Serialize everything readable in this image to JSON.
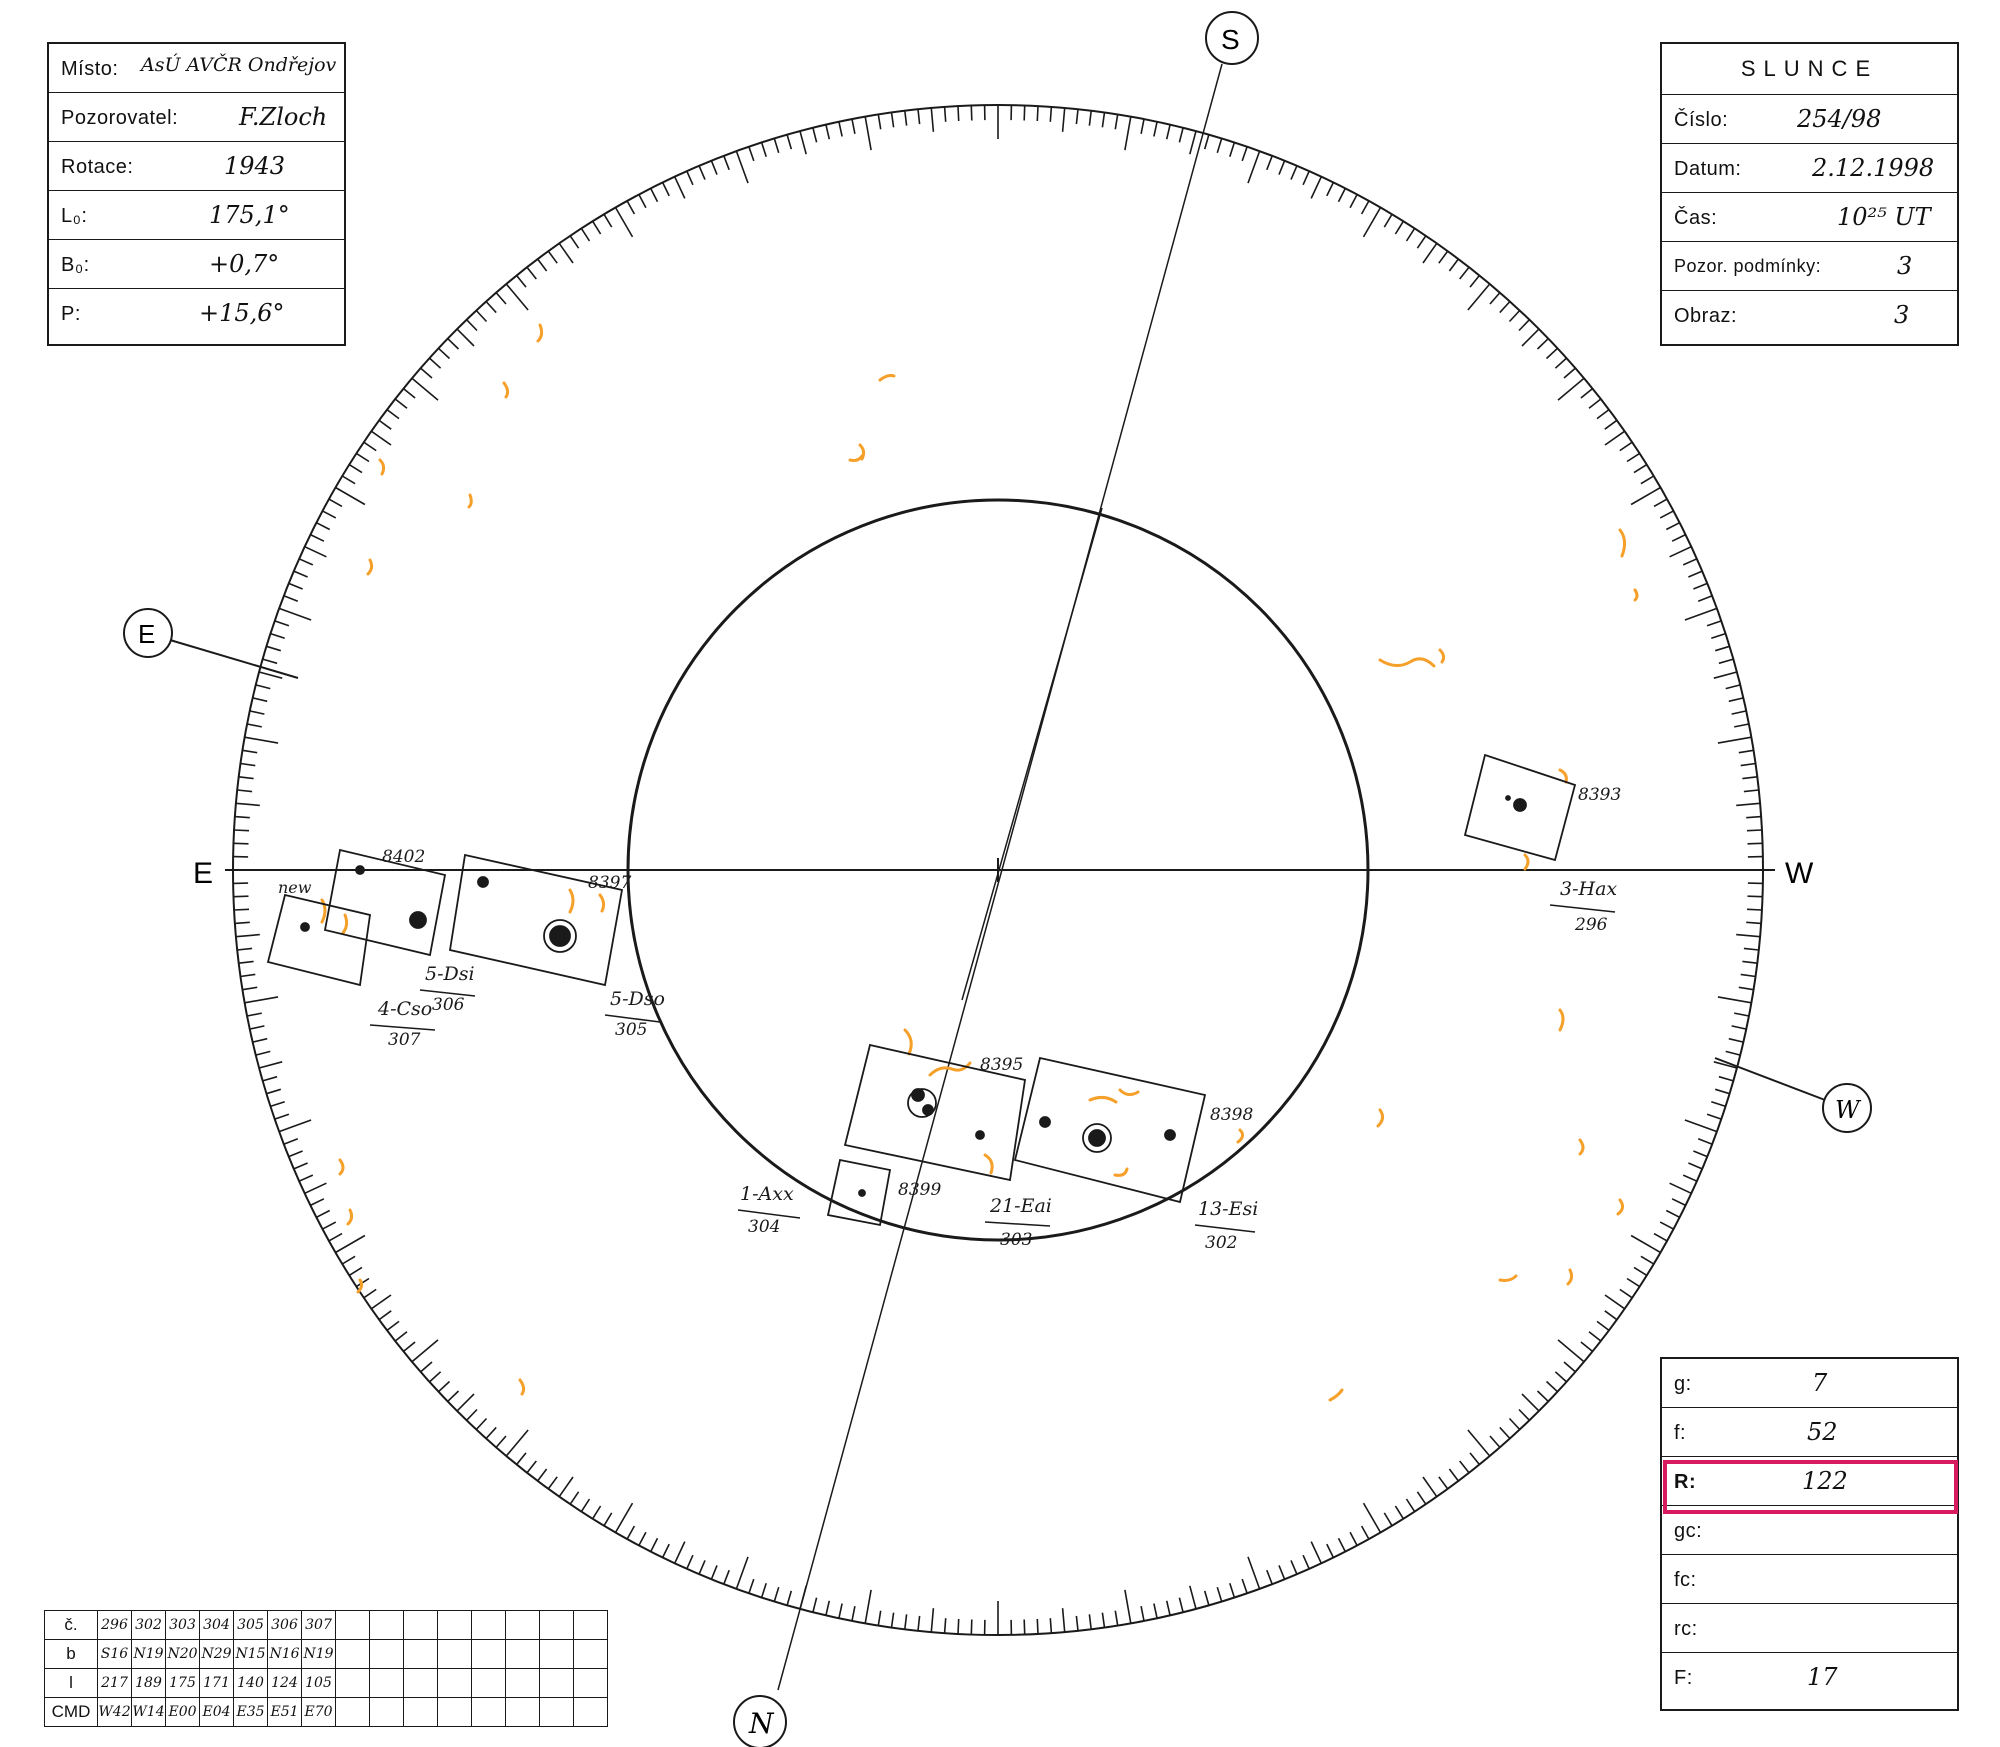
{
  "left_box": {
    "rows": [
      {
        "label": "Místo:",
        "value": "AsÚ AVČR Ondřejov"
      },
      {
        "label": "Pozorovatel:",
        "value": "F.Zloch"
      },
      {
        "label": "Rotace:",
        "value": "1943"
      },
      {
        "label": "L₀:",
        "value": "175,1°"
      },
      {
        "label": "B₀:",
        "value": "+0,7°"
      },
      {
        "label": "P:",
        "value": "+15,6°"
      }
    ]
  },
  "right_box": {
    "title": "SLUNCE",
    "rows": [
      {
        "label": "Číslo:",
        "value": "254/98"
      },
      {
        "label": "Datum:",
        "value": "2.12.1998"
      },
      {
        "label": "Čas:",
        "value": "10²⁵ UT"
      },
      {
        "label": "Pozor. podmínky:",
        "value": "3"
      },
      {
        "label": "Obraz:",
        "value": "3"
      }
    ]
  },
  "counts_box": {
    "rows": [
      {
        "label": "g:",
        "value": "7"
      },
      {
        "label": "f:",
        "value": "52"
      },
      {
        "label": "R:",
        "value": "122"
      },
      {
        "label": "gc:",
        "value": ""
      },
      {
        "label": "fc:",
        "value": ""
      },
      {
        "label": "rc:",
        "value": ""
      },
      {
        "label": "F:",
        "value": "17"
      }
    ]
  },
  "bottom_table": {
    "rows": [
      {
        "header": "č.",
        "cells": [
          "296",
          "302",
          "303",
          "304",
          "305",
          "306",
          "307"
        ]
      },
      {
        "header": "b",
        "cells": [
          "S16",
          "N19",
          "N20",
          "N29",
          "N15",
          "N16",
          "N19"
        ]
      },
      {
        "header": "l",
        "cells": [
          "217",
          "189",
          "175",
          "171",
          "140",
          "124",
          "105"
        ]
      },
      {
        "header": "CMD",
        "cells": [
          "W42",
          "W14",
          "E00",
          "E04",
          "E35",
          "E51",
          "E70"
        ]
      }
    ],
    "empty_columns": 8
  },
  "compass": {
    "outer": {
      "S": "S",
      "N": "N",
      "E": "E",
      "W": "W"
    },
    "horizontal": {
      "E": "E",
      "W": "W"
    }
  },
  "groups": [
    {
      "noaa": "8393",
      "class": "3-Hax",
      "num": "296"
    },
    {
      "noaa": "8402",
      "class": "5-Dsi",
      "num": "306"
    },
    {
      "noaa": "new",
      "class": "4-Cso",
      "num": "307"
    },
    {
      "noaa": "8397",
      "class": "5-Dso",
      "num": "305"
    },
    {
      "noaa": "8395",
      "class": "21-Eai",
      "num": "303"
    },
    {
      "noaa": "8399",
      "class": "1-Axx",
      "num": "304"
    },
    {
      "noaa": "8398",
      "class": "13-Esi",
      "num": "302"
    }
  ],
  "colors": {
    "ink": "#1a1a1a",
    "faculae": "#f5a02a",
    "highlight": "#d81b60"
  }
}
